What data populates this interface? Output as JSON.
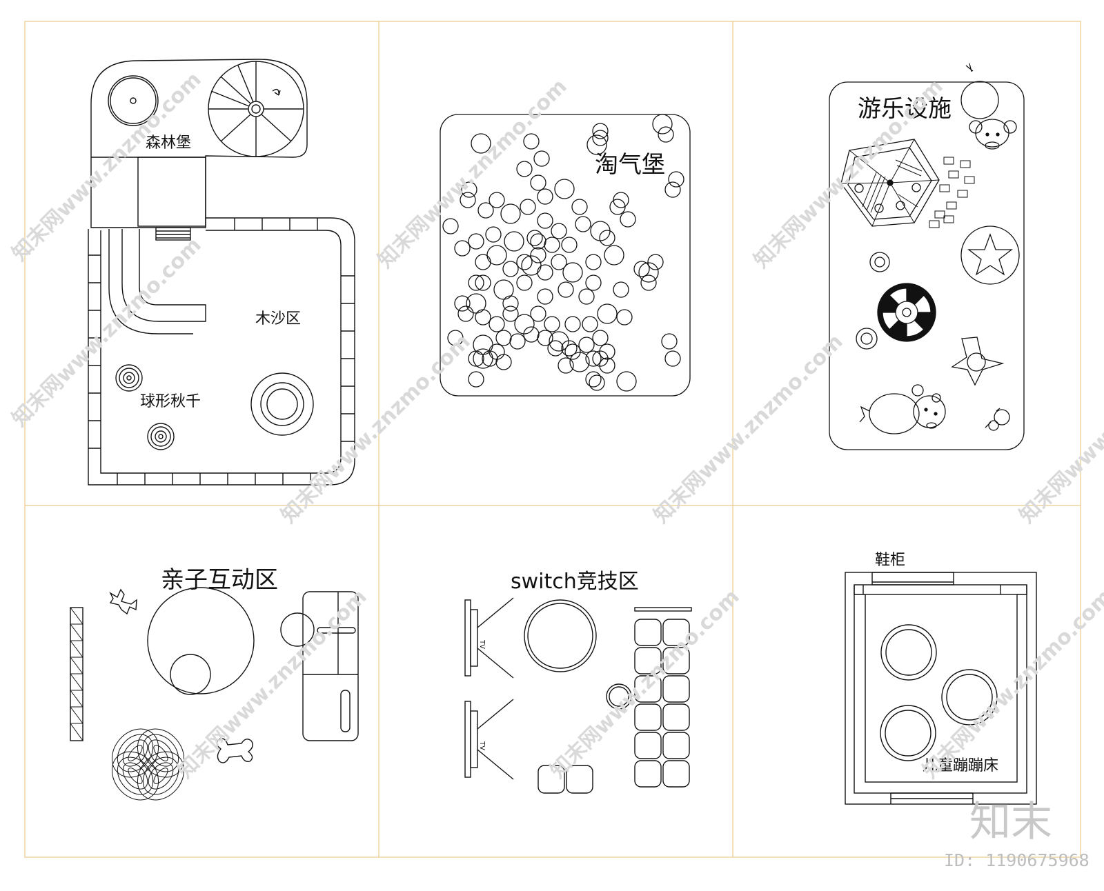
{
  "colors": {
    "grid_line": "#e8c98a",
    "ink": "#111111",
    "watermark": "#d9d9d9"
  },
  "panels": {
    "forest": {
      "forest_castle": "森林堡",
      "wood_sand": "木沙区",
      "ball_swing": "球形秋千"
    },
    "naughty": {
      "title": "淘气堡"
    },
    "rides": {
      "title": "游乐设施"
    },
    "parent": {
      "title": "亲子互动区"
    },
    "switch": {
      "title": "switch竞技区",
      "tv_label_1": "TV",
      "tv_label_2": "TV"
    },
    "trampoline": {
      "shoe_cabinet": "鞋柜",
      "title": "儿童蹦蹦床"
    }
  },
  "watermark": {
    "text": "知末网www.znzmo.com",
    "brand": "知末",
    "id": "ID: 1190675968"
  }
}
